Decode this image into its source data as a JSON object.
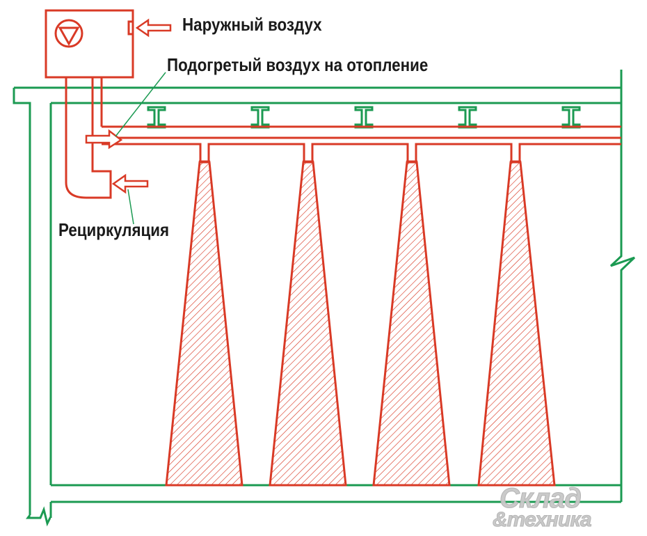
{
  "labels": {
    "outside_air": "Наружный воздух",
    "heated_air": "Подогретый воздух на отопление",
    "recirculation": "Рециркуляция"
  },
  "logo": {
    "line1": "Склад",
    "line2": "&техника"
  },
  "colors": {
    "structure": "#1b9a52",
    "duct": "#d93a26",
    "text": "#1a1a1a",
    "logo": "#c8c8c8"
  },
  "icons": {
    "fan": "fan-icon",
    "arrow": "arrow-right-outline-icon",
    "beam": "i-beam-icon"
  }
}
